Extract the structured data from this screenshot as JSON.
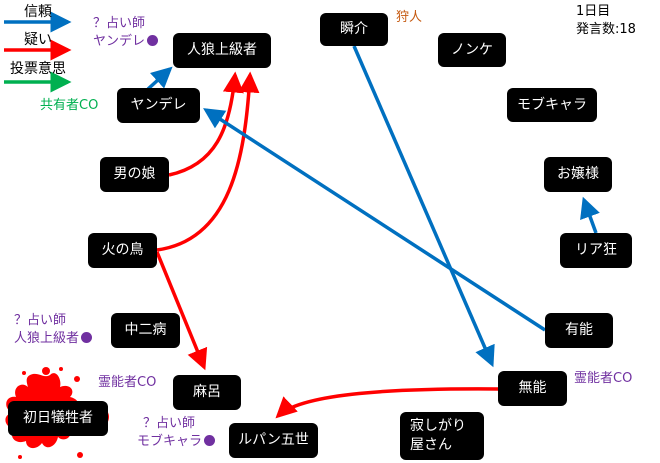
{
  "legend": [
    {
      "label": "信頼",
      "meaning": "trust",
      "color": "#0070c0"
    },
    {
      "label": "疑い",
      "meaning": "suspicion",
      "color": "#ff0000"
    },
    {
      "label": "投票意思",
      "meaning": "vote-intent",
      "color": "#00b050"
    }
  ],
  "status": {
    "day": "1日目",
    "post_count_label": "発言数:18"
  },
  "players": {
    "jinrou": "人狼上級者",
    "shunsuke": "瞬介",
    "nonke": "ノンケ",
    "mobchara": "モブキャラ",
    "yandere": "ヤンデレ",
    "otokonoko": "男の娘",
    "ojousama": "お嬢様",
    "hinotori": "火の鳥",
    "riakyou": "リア狂",
    "chuunibyou": "中二病",
    "yuunou": "有能",
    "maro": "麻呂",
    "munou": "無能",
    "shonichi": "初日犠牲者",
    "lupin": "ルパン五世",
    "sabishigari_line1": "寂しがり",
    "sabishigari_line2": "屋さん"
  },
  "notes": {
    "yandere_co": "共有者CO",
    "shunsuke_role": "狩人",
    "seer_label": "？占い師",
    "seer_yandere_result": "ヤンデレ",
    "seer_chuuni_label": "？占い師",
    "seer_chuuni_result": "人狼上級者",
    "medium_maro": "霊能者CO",
    "seer_lupin_label": "？占い師",
    "seer_lupin_result": "モブキャラ",
    "medium_munou": "霊能者CO"
  },
  "edges": [
    {
      "from": "ヤンデレ",
      "to": "人狼上級者",
      "type": "trust"
    },
    {
      "from": "男の娘",
      "to": "人狼上級者",
      "type": "suspicion"
    },
    {
      "from": "火の鳥",
      "to": "人狼上級者",
      "type": "suspicion"
    },
    {
      "from": "有能",
      "to": "ヤンデレ",
      "type": "trust"
    },
    {
      "from": "瞬介",
      "to": "無能",
      "type": "trust"
    },
    {
      "from": "リア狂",
      "to": "お嬢様",
      "type": "trust"
    },
    {
      "from": "火の鳥",
      "to": "麻呂",
      "type": "suspicion"
    },
    {
      "from": "無能",
      "to": "ルパン五世",
      "type": "suspicion"
    }
  ],
  "colors": {
    "trust": "#0070c0",
    "suspicion": "#ff0000",
    "vote": "#00b050",
    "note_purple": "#7030a0",
    "note_green": "#00b050",
    "note_orange": "#c55a11",
    "blood": "#ff0000"
  }
}
